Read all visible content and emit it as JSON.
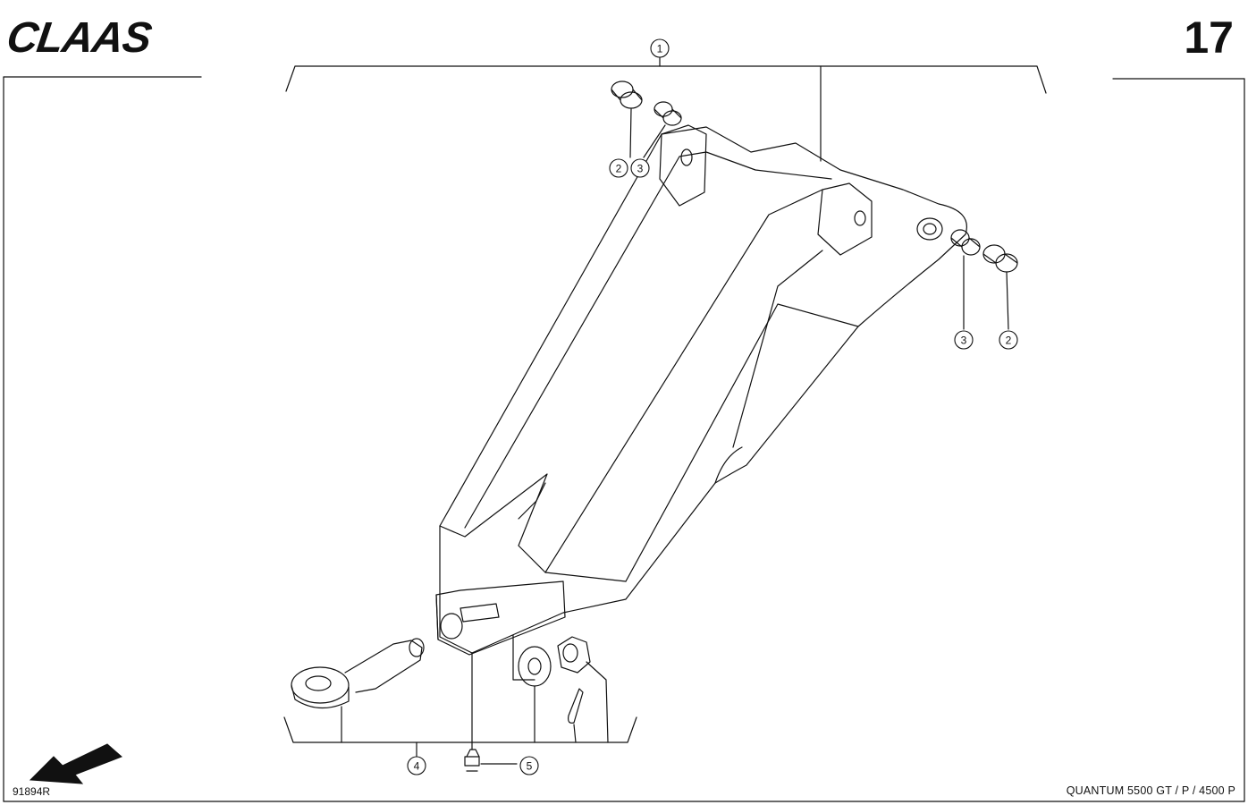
{
  "header": {
    "brand": "CLAAS",
    "page_number": "17"
  },
  "footer": {
    "doc_code": "91894R",
    "model": "QUANTUM  5500 GT / P / 4500 P"
  },
  "callouts": [
    {
      "id": "callout-1-top",
      "label": "1"
    },
    {
      "id": "callout-2-left",
      "label": "2"
    },
    {
      "id": "callout-3-left",
      "label": "3"
    },
    {
      "id": "callout-3-right",
      "label": "3"
    },
    {
      "id": "callout-2-right",
      "label": "2"
    },
    {
      "id": "callout-4-bottom",
      "label": "4"
    },
    {
      "id": "callout-5-bottom",
      "label": "5"
    }
  ],
  "colors": {
    "ink": "#111111",
    "paper": "#ffffff"
  },
  "icons": {
    "direction": "arrow-icon"
  }
}
